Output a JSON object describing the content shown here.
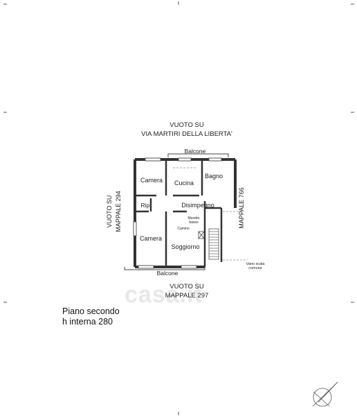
{
  "header": {
    "line1": "VUOTO SU",
    "line2": "VIA MARTIRI DELLA LIBERTA'"
  },
  "rooms": {
    "balcone_top": "Balcone",
    "camera_top": "Camera",
    "cucina": "Cucina",
    "bagno": "Bagno",
    "rip": "Rip.",
    "disimpegno": "Disimpegno",
    "camera_bottom": "Camera",
    "soggiorno": "Soggiorno",
    "balcone_bottom": "Balcone",
    "muretto": "Muretto",
    "muretto2": "basso",
    "camino": "Camino",
    "vano_scala1": "Vano scala",
    "vano_scala2": "comune"
  },
  "sides": {
    "left_line1": "VUOTO SU",
    "left_line2": "MAPPALE 294",
    "right": "MAPPALE 766"
  },
  "footer": {
    "line1": "VUOTO SU",
    "line2": "MAPPALE 297"
  },
  "notes": {
    "floor": "Piano secondo",
    "height": "h interna 280"
  },
  "watermark": "casa.it",
  "colors": {
    "wall": "#333333",
    "line": "#666666",
    "hatch": "#888888"
  }
}
